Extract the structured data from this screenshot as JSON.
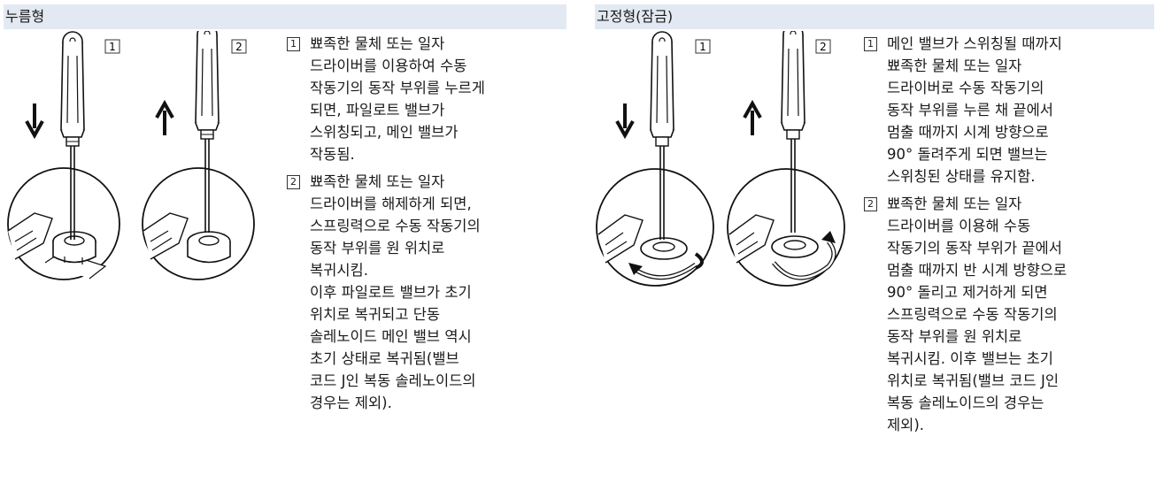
{
  "sections": {
    "push": {
      "title": "누름형",
      "figure_labels": [
        "1",
        "2"
      ],
      "steps": [
        {
          "num": "1",
          "text": "뾰족한 물체 또는 일자\n드라이버를 이용하여 수동\n작동기의 동작 부위를 누르게\n되면, 파일로트 밸브가\n스위칭되고, 메인 밸브가\n작동됨."
        },
        {
          "num": "2",
          "text": "뾰족한 물체 또는 일자\n드라이버를 해제하게 되면,\n스프링력으로 수동 작동기의\n동작 부위를 원 위치로\n복귀시킴.",
          "text2": "이후 파일로트 밸브가 초기\n위치로 복귀되고 단동\n솔레노이드 메인 밸브 역시\n초기 상태로 복귀됨(밸브\n코드 J인 복동 솔레노이드의\n경우는 제외)."
        }
      ]
    },
    "lock": {
      "title": "고정형(잠금)",
      "figure_labels": [
        "1",
        "2"
      ],
      "steps": [
        {
          "num": "1",
          "text": "메인 밸브가 스위칭될 때까지\n뾰족한 물체 또는 일자\n드라이버로 수동 작동기의\n동작 부위를 누른 채 끝에서\n멈출 때까지 시계 방향으로\n90° 돌려주게 되면 밸브는\n스위칭된 상태를 유지함."
        },
        {
          "num": "2",
          "text": "뾰족한 물체 또는 일자\n드라이버를 이용해 수동\n작동기의 동작 부위가 끝에서\n멈출 때까지 반 시계 방향으로\n90° 돌리고 제거하게 되면\n스프링력으로 수동 작동기의\n동작 부위를 원 위치로\n복귀시킴. 이후 밸브는 초기\n위치로 복귀됨(밸브 코드 J인\n복동 솔레노이드의 경우는\n제외)."
        }
      ]
    }
  }
}
